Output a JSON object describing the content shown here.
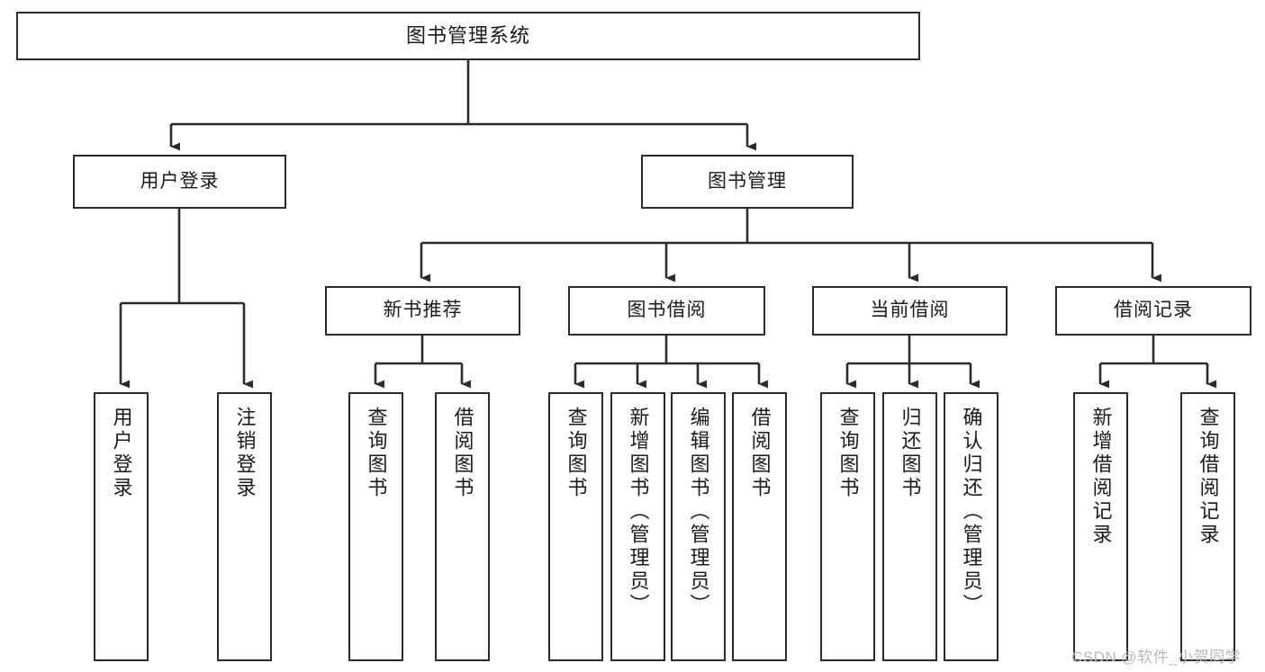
{
  "diagram": {
    "title": "图书管理系统",
    "type": "function-structure-tree",
    "root": {
      "id": "root",
      "label": "图书管理系统"
    },
    "level2": [
      {
        "id": "user-login",
        "label": "用户登录"
      },
      {
        "id": "book-manage",
        "label": "图书管理"
      }
    ],
    "level3": [
      {
        "id": "new-book-recommend",
        "label": "新书推荐"
      },
      {
        "id": "book-borrow",
        "label": "图书借阅"
      },
      {
        "id": "current-borrow",
        "label": "当前借阅"
      },
      {
        "id": "borrow-record",
        "label": "借阅记录"
      }
    ],
    "leaves": {
      "user_login": [
        {
          "id": "leaf-user-login",
          "label": "用户登录"
        },
        {
          "id": "leaf-logout-login",
          "label": "注销登录"
        }
      ],
      "new_book_recommend": [
        {
          "id": "leaf-query-book-1",
          "label": "查询图书"
        },
        {
          "id": "leaf-borrow-book-1",
          "label": "借阅图书"
        }
      ],
      "book_borrow": [
        {
          "id": "leaf-query-book-2",
          "label": "查询图书"
        },
        {
          "id": "leaf-add-book",
          "label": "新增图书（管理员）"
        },
        {
          "id": "leaf-edit-book",
          "label": "编辑图书（管理员）"
        },
        {
          "id": "leaf-borrow-book-2",
          "label": "借阅图书"
        }
      ],
      "current_borrow": [
        {
          "id": "leaf-query-book-3",
          "label": "查询图书"
        },
        {
          "id": "leaf-return-book",
          "label": "归还图书"
        },
        {
          "id": "leaf-confirm-return",
          "label": "确认归还（管理员）"
        }
      ],
      "borrow_record": [
        {
          "id": "leaf-add-record",
          "label": "新增借阅记录"
        },
        {
          "id": "leaf-query-record",
          "label": "查询借阅记录"
        }
      ]
    }
  },
  "watermark": {
    "text": "CSDN @软件_小贺同学"
  },
  "colors": {
    "box_border": "#2b2b2b",
    "box_fill": "#ffffff",
    "connector": "#2b2b2b",
    "text": "#1a1a1a",
    "watermark": "#b9b9b9",
    "background": "#ffffff"
  }
}
